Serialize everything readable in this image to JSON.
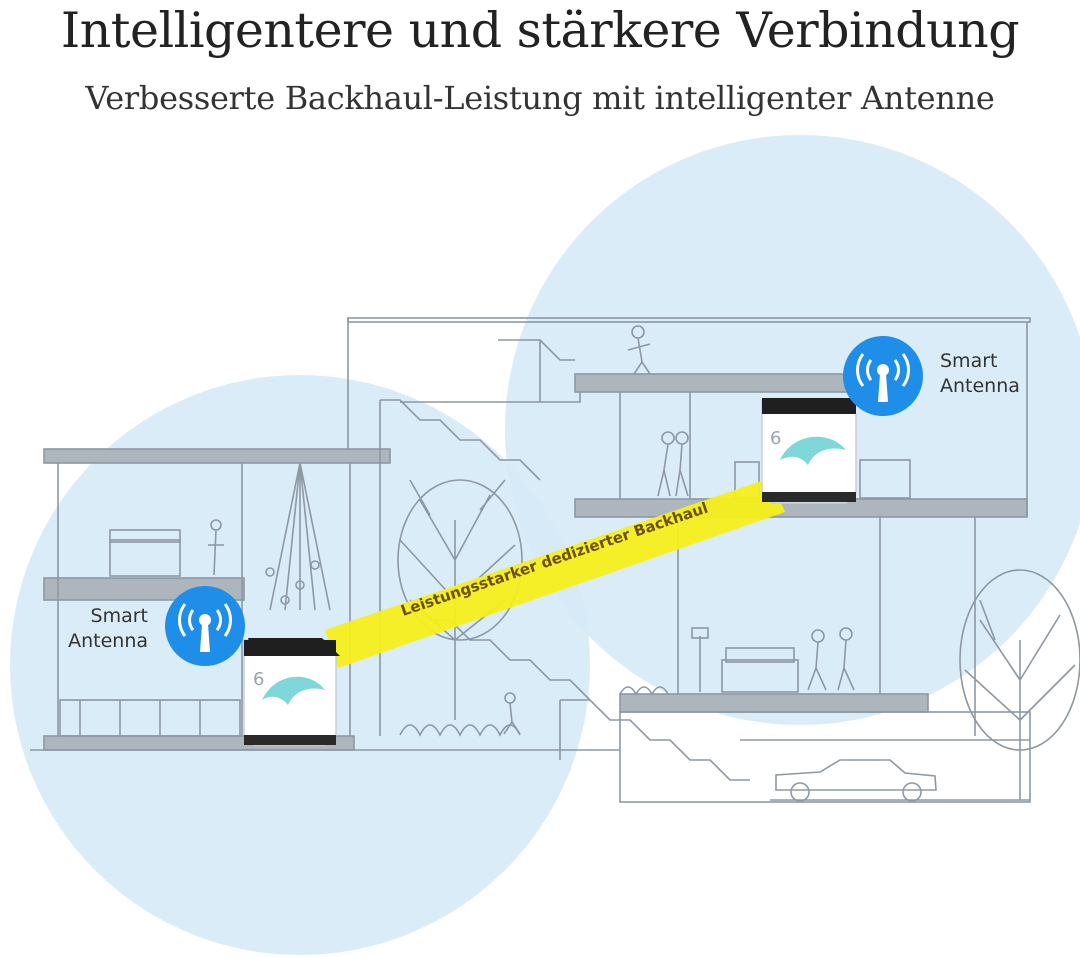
{
  "header": {
    "title": "Intelligentere und stärkere Verbindung",
    "subtitle": "Verbesserte Backhaul-Leistung mit intelligenter Antenne"
  },
  "nodes": [
    {
      "id": "left",
      "line1": "Smart",
      "line2": "Antenna"
    },
    {
      "id": "right",
      "line1": "Smart",
      "line2": "Antenna"
    }
  ],
  "backhaul": {
    "label": "Leistungsstarker dedizierter Backhaul"
  },
  "colors": {
    "coverage": "#d6eaf7",
    "antenna_badge": "#1e8ee8",
    "backhaul_beam": "#f5ef1a",
    "structure_line": "#8d98a3",
    "floor_fill": "#aeb6bd",
    "router_top": "#1f1f1f",
    "router_logo": "#7fd7d9"
  }
}
